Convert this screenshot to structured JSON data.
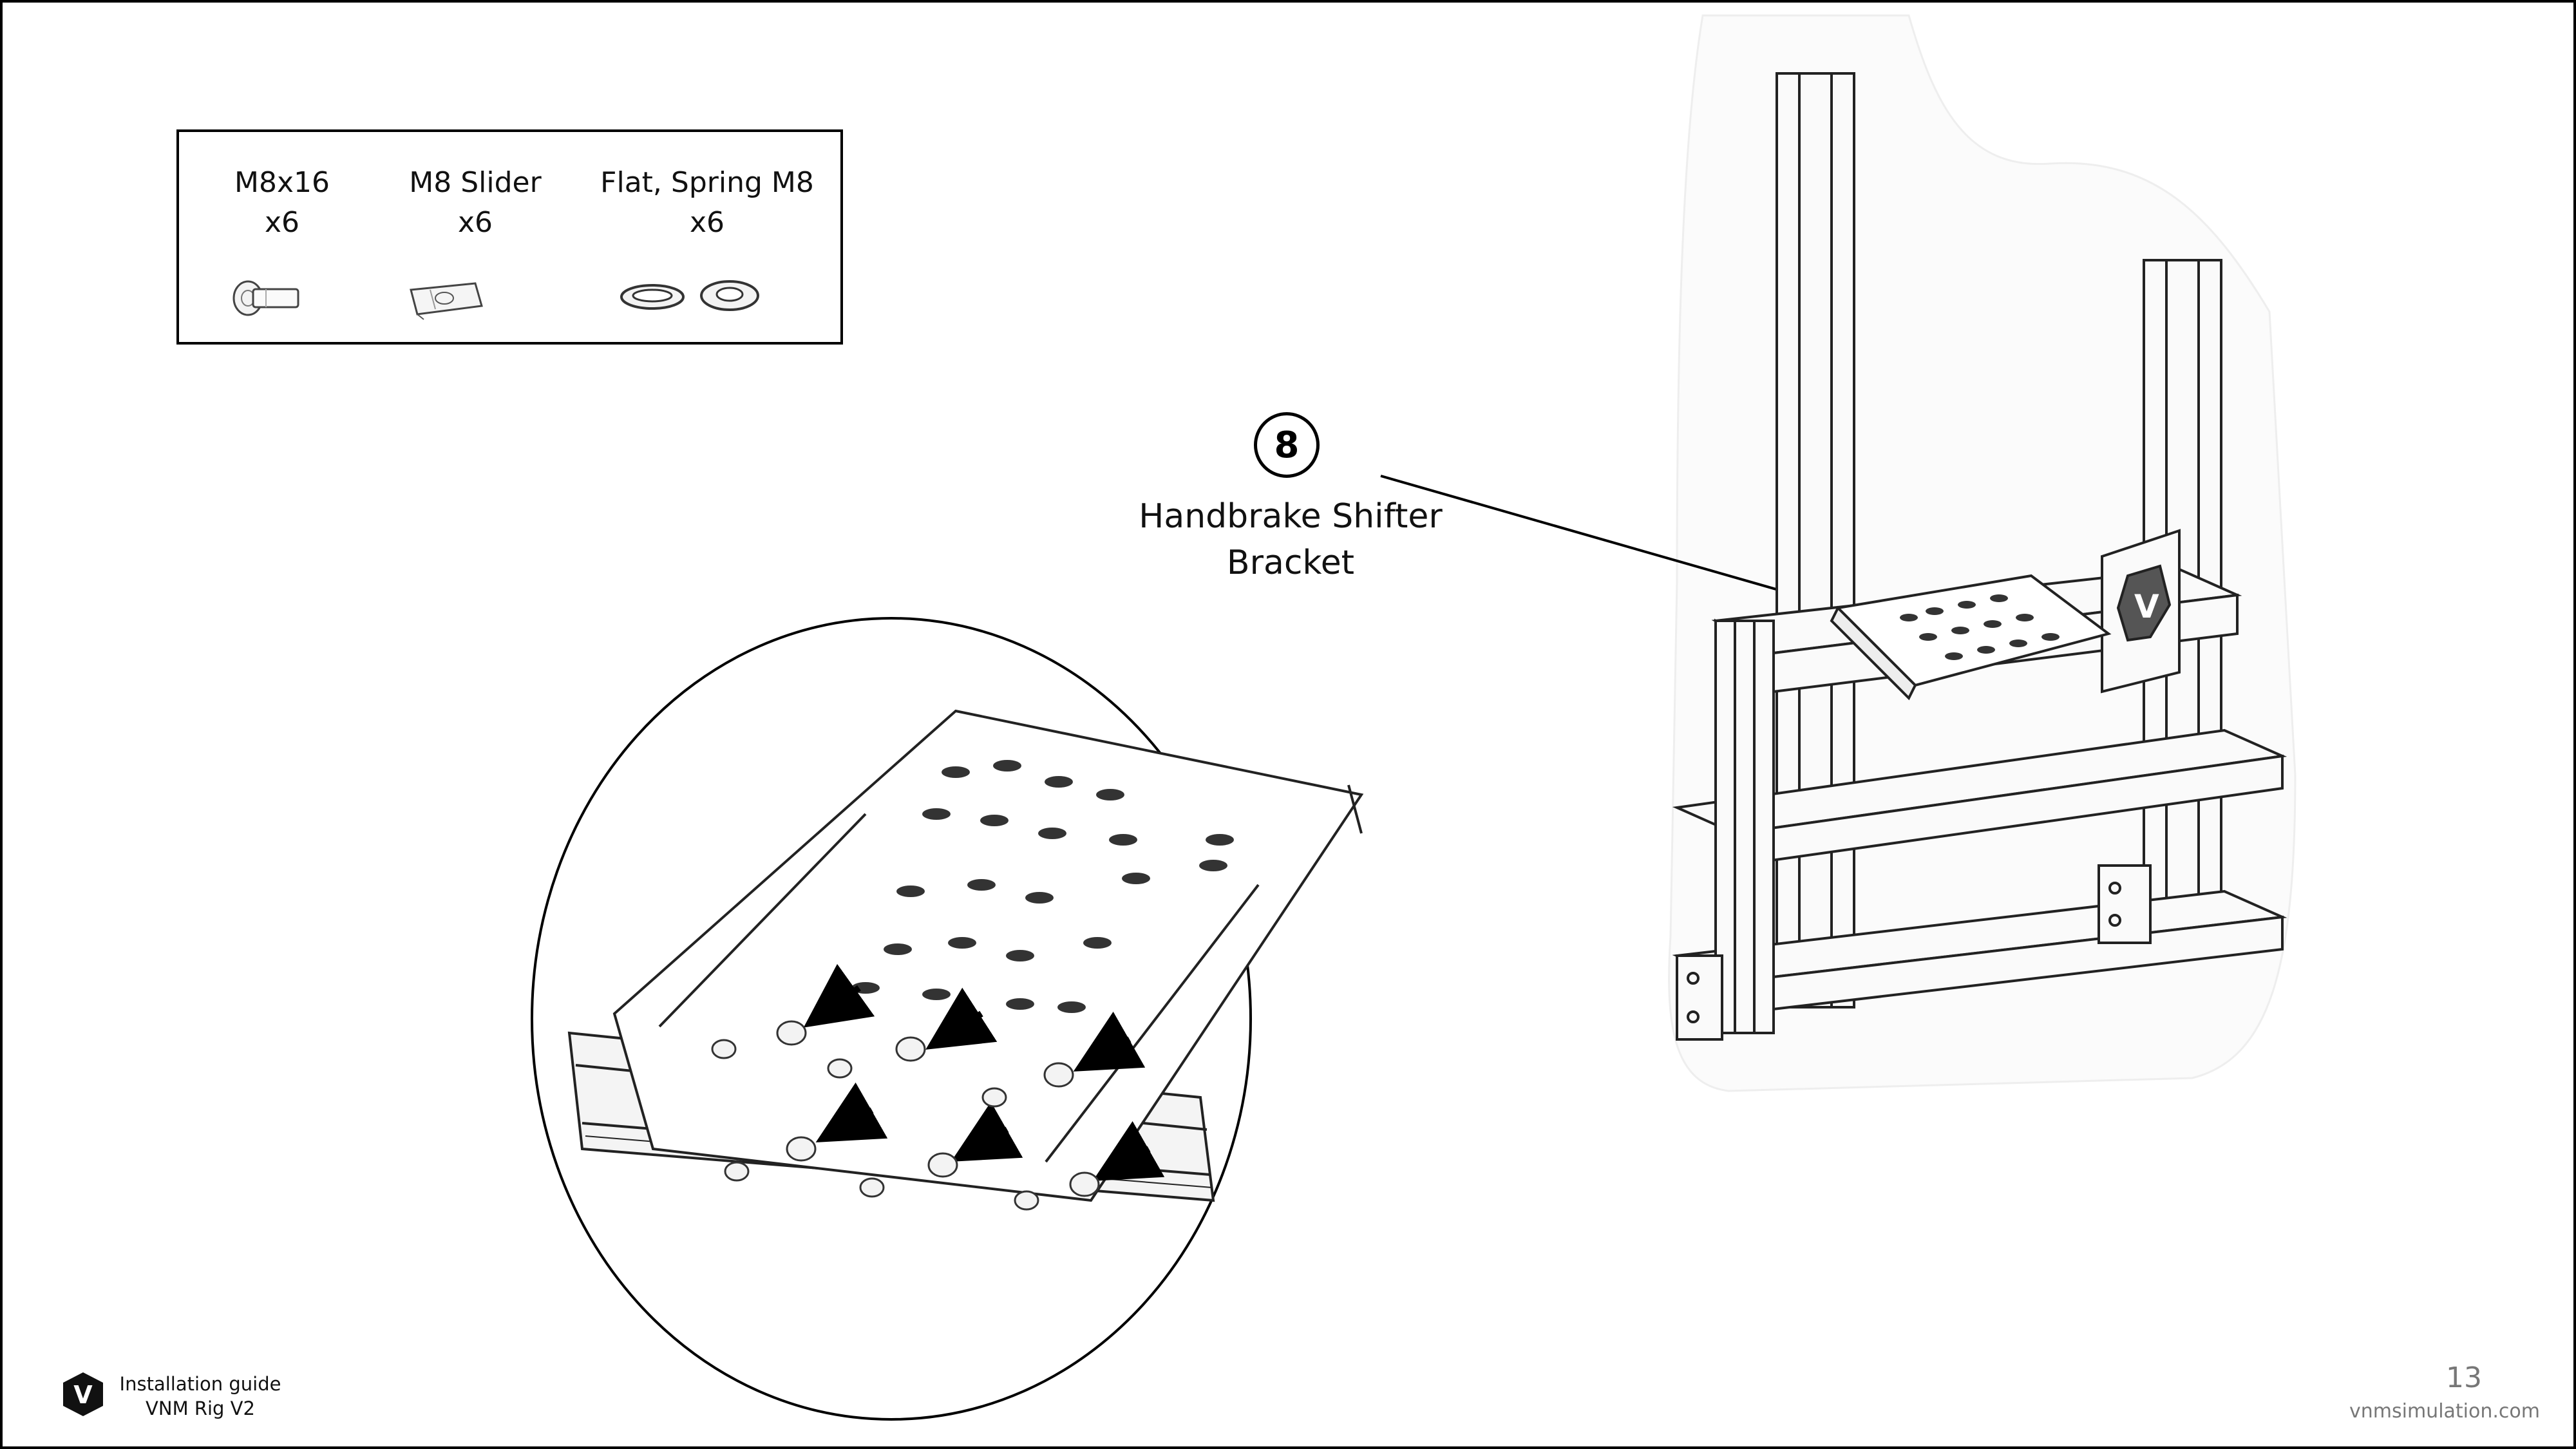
{
  "parts": [
    {
      "name": "M8x16",
      "qty": "x6",
      "icon": "bolt-icon"
    },
    {
      "name": "M8 Slider",
      "qty": "x6",
      "icon": "slider-nut-icon"
    },
    {
      "name": "Flat, Spring M8",
      "qty": "x6",
      "icon": "washers-icon"
    }
  ],
  "callout": {
    "number": "8",
    "label_line1": "Handbrake Shifter",
    "label_line2": "Bracket"
  },
  "footer": {
    "guide_line1": "Installation guide",
    "guide_line2": "VNM Rig V2",
    "page_number": "13",
    "website": "vnmsimulation.com"
  },
  "logo": {
    "letter": "V",
    "icon": "vnm-logo-icon"
  }
}
